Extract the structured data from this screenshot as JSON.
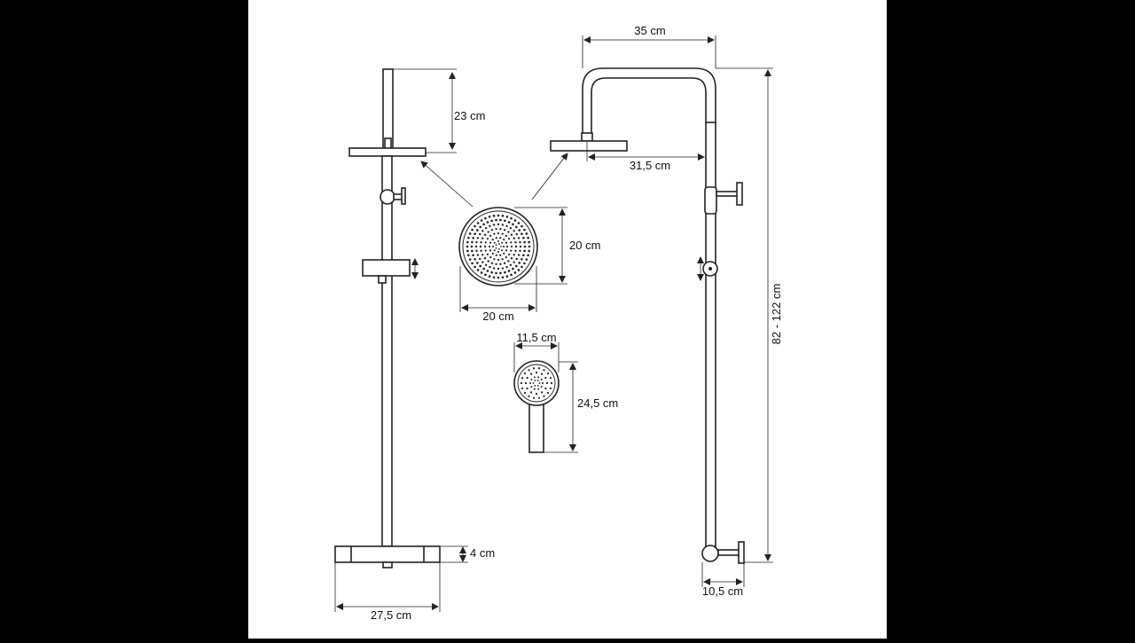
{
  "colors": {
    "background": "#ffffff",
    "line": "#222222",
    "letterbox": "#000000"
  },
  "dimensions": {
    "rail_top_height": "23 cm",
    "head_arm_length": "35 cm",
    "head_offset": "31,5 cm",
    "head_height": "20 cm",
    "head_width": "20 cm",
    "handshower_width": "11,5 cm",
    "handshower_length": "24,5 cm",
    "total_height": "82 - 122 cm",
    "mixer_height": "4 cm",
    "mixer_width": "27,5 cm",
    "wall_offset": "10,5 cm"
  }
}
